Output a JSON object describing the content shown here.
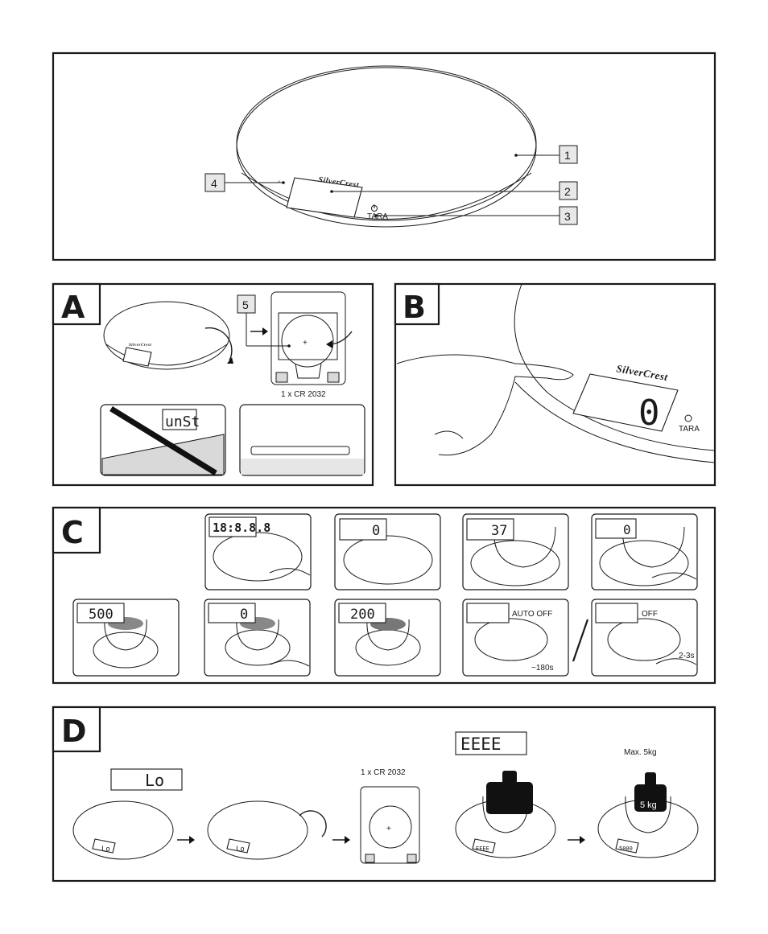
{
  "brand": "SilverCrest",
  "overview": {
    "callouts": [
      "1",
      "2",
      "3",
      "4"
    ],
    "button_label": "TARA"
  },
  "panel_a": {
    "letter": "A",
    "callout": "5",
    "battery_label": "1 x CR 2032",
    "unstable_display": "unSt"
  },
  "panel_b": {
    "letter": "B",
    "display": "0",
    "button_label": "TARA"
  },
  "panel_c": {
    "letter": "C",
    "steps": [
      {
        "display": "18:8.8.8"
      },
      {
        "display": "0"
      },
      {
        "display": "37"
      },
      {
        "display": "0"
      },
      {
        "display": "500"
      },
      {
        "display": "0"
      },
      {
        "display": "200"
      },
      {
        "display": "",
        "label": "AUTO OFF",
        "time": "~180s"
      },
      {
        "display": "",
        "label": "OFF",
        "time": "2-3s"
      }
    ]
  },
  "panel_d": {
    "letter": "D",
    "low_display": "Lo",
    "battery_label": "1 x CR 2032",
    "overload_display": "EEEE",
    "max_label": "Max. 5kg",
    "weight_label": "5 kg",
    "overload_small": "EEEE",
    "max_small": "5000"
  }
}
